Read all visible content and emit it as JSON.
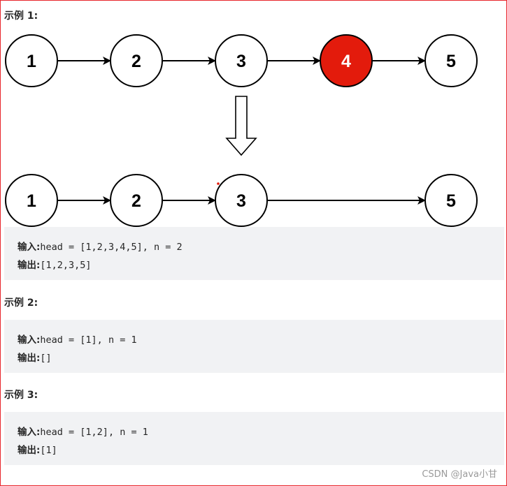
{
  "examples": [
    {
      "title": "示例 1:",
      "input_label": "输入:",
      "input_text": "head = [1,2,3,4,5], n = 2",
      "output_label": "输出:",
      "output_text": "[1,2,3,5]"
    },
    {
      "title": "示例 2:",
      "input_label": "输入:",
      "input_text": "head = [1], n = 1",
      "output_label": "输出:",
      "output_text": "[]"
    },
    {
      "title": "示例 3:",
      "input_label": "输入:",
      "input_text": "head = [1,2], n = 1",
      "output_label": "输出:",
      "output_text": "[1]"
    }
  ],
  "diagram": {
    "before_nodes": [
      "1",
      "2",
      "3",
      "4",
      "5"
    ],
    "removed_node": "4",
    "after_nodes": [
      "1",
      "2",
      "3",
      "5"
    ],
    "colors": {
      "node_fill": "#ffffff",
      "node_stroke": "#000000",
      "removed_fill": "#e31b0c",
      "removed_text": "#ffffff"
    },
    "transform_arrow_icon": "down-arrow-outline"
  },
  "watermark": "CSDN @Java小甘"
}
